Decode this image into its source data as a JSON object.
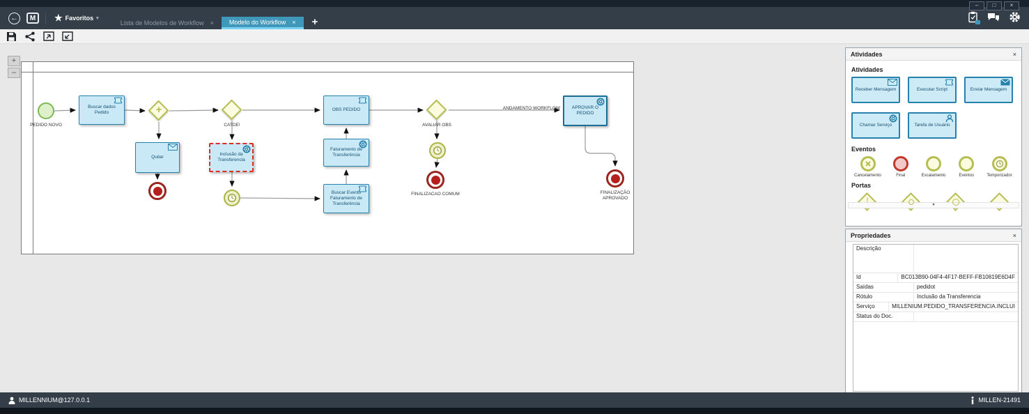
{
  "window": {
    "controls": {
      "minimize": "–",
      "maximize": "□",
      "close": "×"
    }
  },
  "navbar": {
    "logo": "M",
    "favorites_label": "Favoritos",
    "favorites_caret": "▾",
    "tabs": [
      {
        "label": "Lista de Modelos de Workflow",
        "close": "×"
      },
      {
        "label": "Modelo do Workflow",
        "close": "×"
      }
    ],
    "new_tab": "+"
  },
  "canvas": {
    "zoom_in": "+",
    "zoom_out": "–"
  },
  "diagram": {
    "edge_label": "ANDAMENTO WORKFLOW",
    "nodes": {
      "start": {
        "label": "PEDIDO NOVO"
      },
      "buscar_dados": {
        "label": "Buscar dados Pedido"
      },
      "quitar": {
        "label": "Quitar"
      },
      "catde": {
        "label": "CATDE!"
      },
      "inclusao": {
        "label": "Inclusão da Transferencia"
      },
      "obs_pedido": {
        "label": "OBS PEDIDO"
      },
      "faturamento": {
        "label": "Faturamento de Transferência"
      },
      "buscar_evento": {
        "label": "Buscar Evento Faturamento de Transferência"
      },
      "avaliar": {
        "label": "AVALIAR OBS"
      },
      "finalizacao_comum": {
        "label": "FINALIZACAO COMUM"
      },
      "aprovar": {
        "label": "APROVAR O PEDIDO"
      },
      "finalizacao_aprovado": {
        "label": "FINALIZAÇÃO APROVADO"
      }
    }
  },
  "panels": {
    "atividades": {
      "title": "Atividades",
      "close": "×",
      "section_atividades": "Atividades",
      "activities": [
        {
          "label": "Receber Mensagem",
          "icon": "envelope-open-icon"
        },
        {
          "label": "Executar Script",
          "icon": "script-icon"
        },
        {
          "label": "Enviar Mensagem",
          "icon": "envelope-filled-icon"
        },
        {
          "label": "Chamar Serviço",
          "icon": "gear-badge-icon"
        },
        {
          "label": "Tarefa de Usuário",
          "icon": "user-icon"
        }
      ],
      "section_eventos": "Eventos",
      "eventos": [
        {
          "label": "Cancelamento",
          "icon": "cancel-icon"
        },
        {
          "label": "Final",
          "icon": "final-icon"
        },
        {
          "label": "Escalamento",
          "icon": "circle-icon"
        },
        {
          "label": "Eventos",
          "icon": "circle-icon"
        },
        {
          "label": "Temporizador",
          "icon": "timer-icon"
        }
      ],
      "section_portas": "Portas",
      "porta_exclamation": "!",
      "scroll_hint": "▼"
    },
    "propriedades": {
      "title": "Propriedades",
      "close": "×",
      "rows": [
        {
          "key": "Descrição",
          "value": ""
        },
        {
          "key": "Id",
          "value": "BC013B90-04F4-4F17-BEFF-FB10819E6D4F"
        },
        {
          "key": "Saídas",
          "value": "pedidot"
        },
        {
          "key": "Rótulo",
          "value": "Inclusão da Transferencia"
        },
        {
          "key": "Serviço",
          "value": "MILLENIUM.PEDIDO_TRANSFERENCIA.INCLUI"
        },
        {
          "key": "Status do Doc.",
          "value": ""
        }
      ]
    }
  },
  "statusbar": {
    "user": "MILLENNIUM@127.0.0.1",
    "host": "MILLEN-21491"
  },
  "colors": {
    "accent_blue": "#3f97ba",
    "task_fill": "#c9e9f7",
    "task_border": "#2581ad",
    "gateway_border": "#b6bd53",
    "start_green": "#7cb950",
    "end_red": "#b5201c",
    "selection_red": "#d93025"
  }
}
